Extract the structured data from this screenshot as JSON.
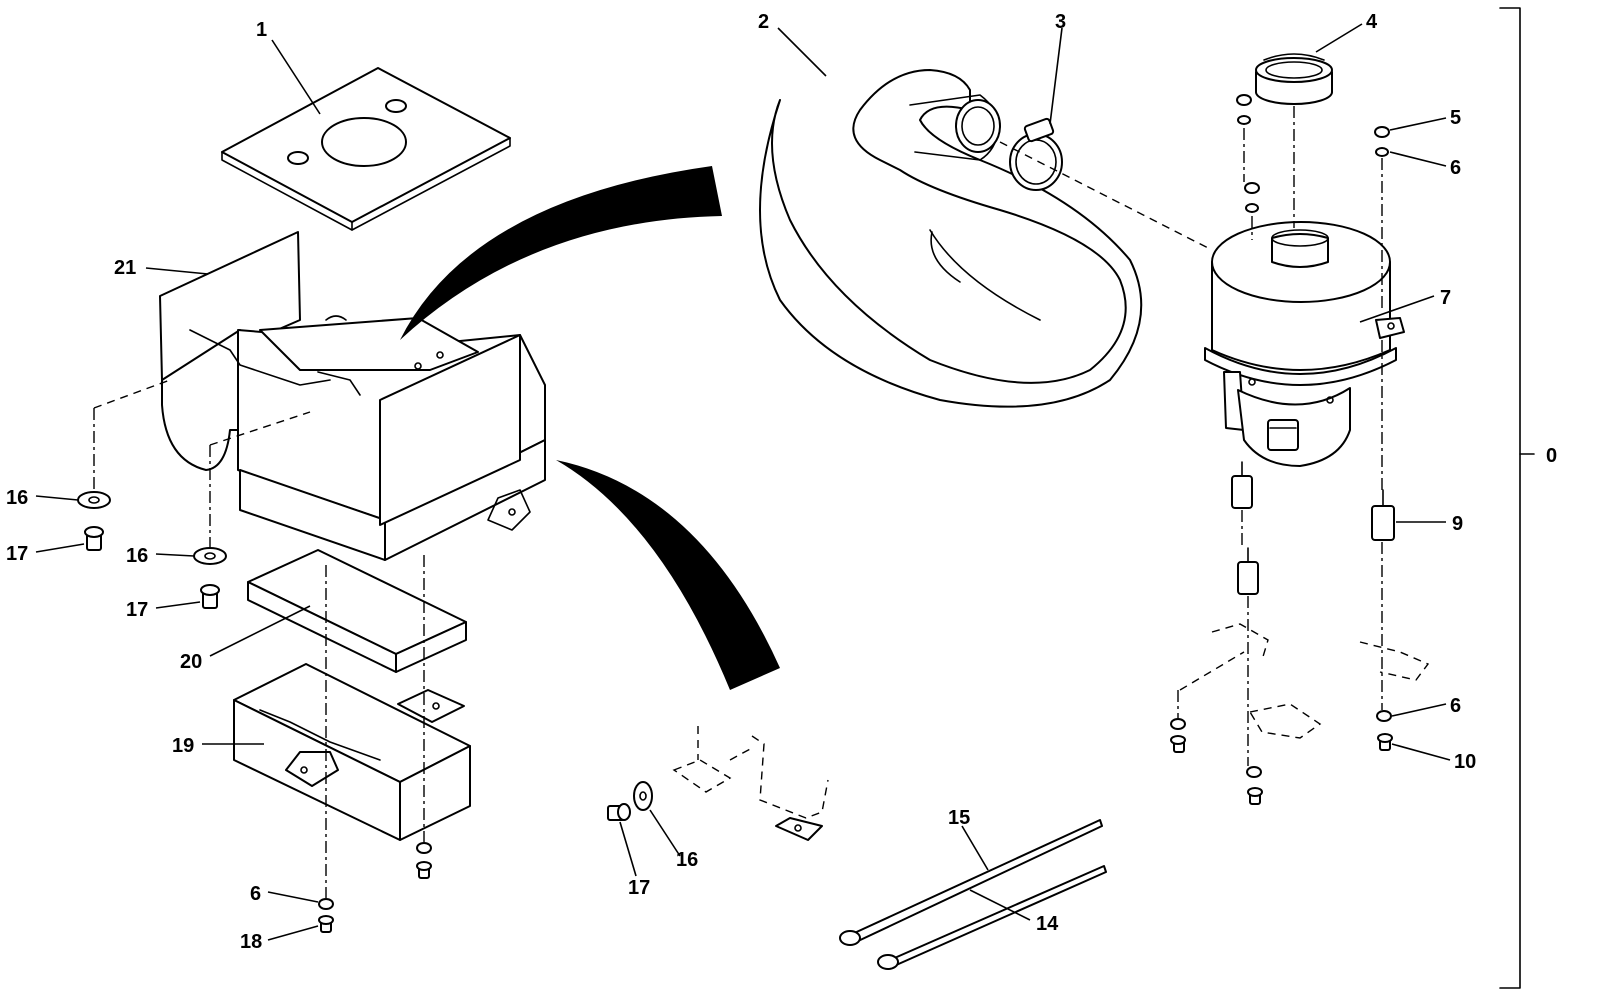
{
  "diagram": {
    "assembly_label": "0",
    "callouts": {
      "c1": "1",
      "c2": "2",
      "c3": "3",
      "c4": "4",
      "c5": "5",
      "c6a": "6",
      "c6b": "6",
      "c6c": "6",
      "c7": "7",
      "c9": "9",
      "c10": "10",
      "c14": "14",
      "c15": "15",
      "c16a": "16",
      "c16b": "16",
      "c16c": "16",
      "c17a": "17",
      "c17b": "17",
      "c17c": "17",
      "c18": "18",
      "c19": "19",
      "c20": "20",
      "c21": "21"
    }
  }
}
